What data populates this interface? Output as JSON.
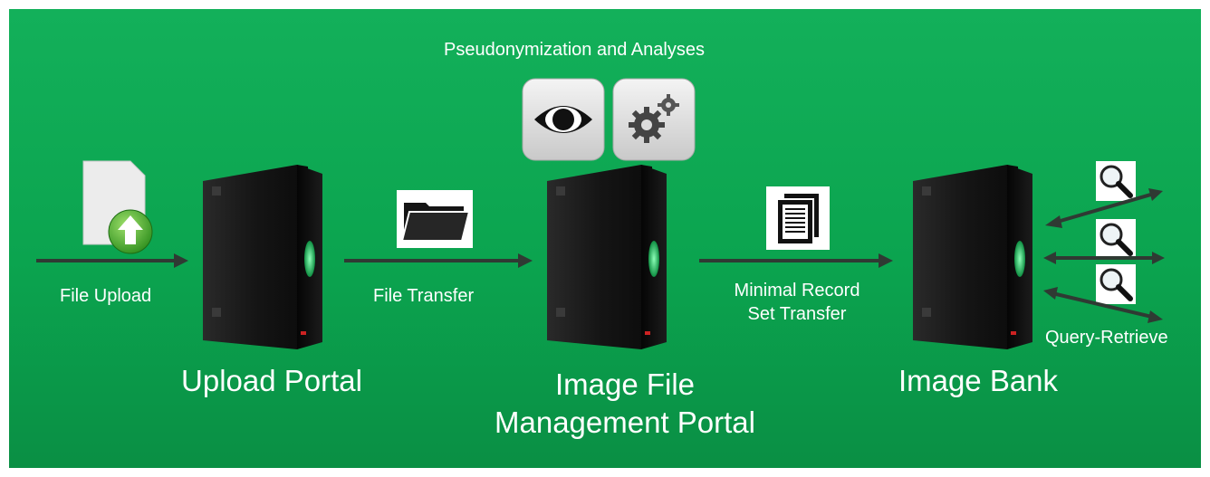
{
  "header": {
    "title": "Pseudonymization and Analyses"
  },
  "steps": {
    "upload": "File Upload",
    "transfer": "File Transfer",
    "minimal_line1": "Minimal Record",
    "minimal_line2": "Set Transfer",
    "query": "Query-Retrieve"
  },
  "nodes": {
    "upload_portal": "Upload Portal",
    "ifm_line1": "Image File",
    "ifm_line2": "Management Portal",
    "image_bank": "Image Bank"
  },
  "icons": [
    "document-upload-icon",
    "eye-icon",
    "gears-icon",
    "folder-icon",
    "documents-icon",
    "magnifier-icon"
  ],
  "colors": {
    "background": "#0ba44f",
    "text": "#ffffff",
    "arrow": "#2f3a33",
    "server": "#1a1a1a",
    "server_light": "#1fe070"
  }
}
